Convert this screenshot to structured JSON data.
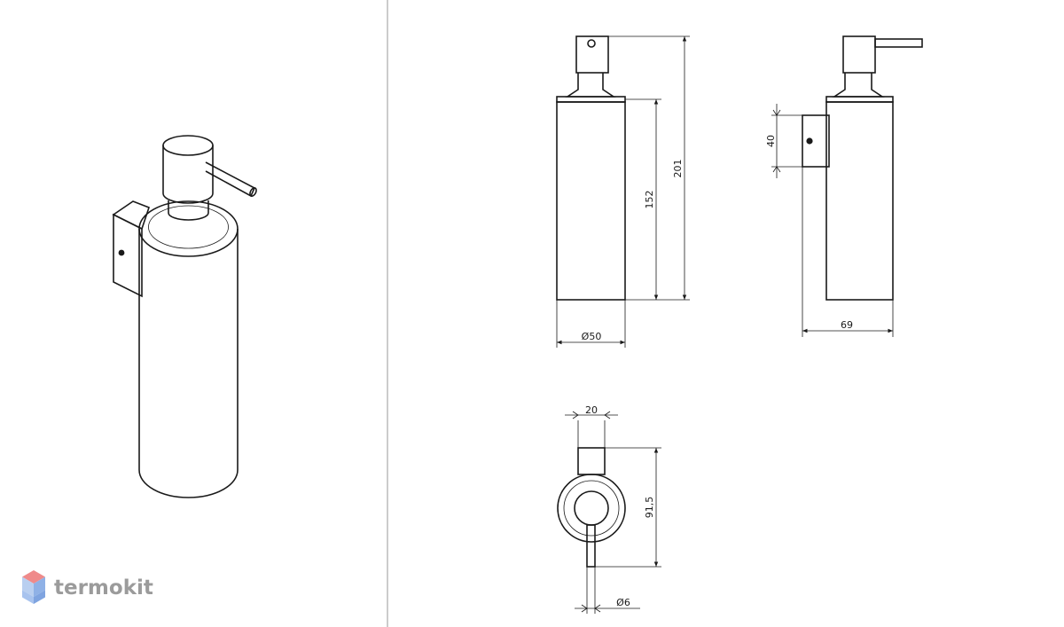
{
  "brand": {
    "name": "termokit"
  },
  "dimensions": {
    "front_total_height": "201",
    "front_body_height": "152",
    "front_diameter": "Ø50",
    "side_bracket_height": "40",
    "side_depth": "69",
    "top_bracket_width": "20",
    "top_depth": "91,5",
    "top_spout_diameter": "Ø6"
  }
}
